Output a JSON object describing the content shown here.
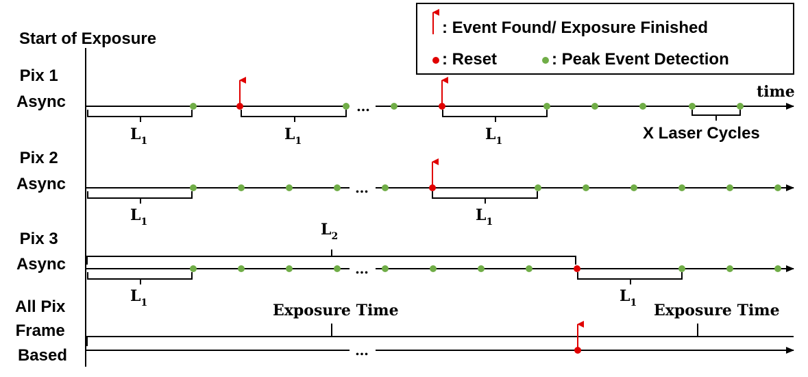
{
  "title": "Start of Exposure",
  "legend": {
    "event_label": ": Event Found/ Exposure Finished",
    "reset_label": ": Reset",
    "peak_label": ": Peak Event Detection"
  },
  "colors": {
    "event": "#e00000",
    "reset": "#e00000",
    "peak": "#70ad47",
    "line": "#000000"
  },
  "axis_label": "time",
  "ellipsis": "…",
  "rows": [
    {
      "label_lines": [
        "Pix 1",
        "Async"
      ]
    },
    {
      "label_lines": [
        "Pix 2",
        "Async"
      ]
    },
    {
      "label_lines": [
        "Pix 3",
        "Async"
      ]
    },
    {
      "label_lines": [
        "All Pix",
        "Frame",
        "Based"
      ]
    }
  ],
  "spans": {
    "l1": "L",
    "l1_sub": "1",
    "l2": "L",
    "l2_sub": "2",
    "exposure": "Exposure Time",
    "laser": "X Laser Cycles"
  }
}
